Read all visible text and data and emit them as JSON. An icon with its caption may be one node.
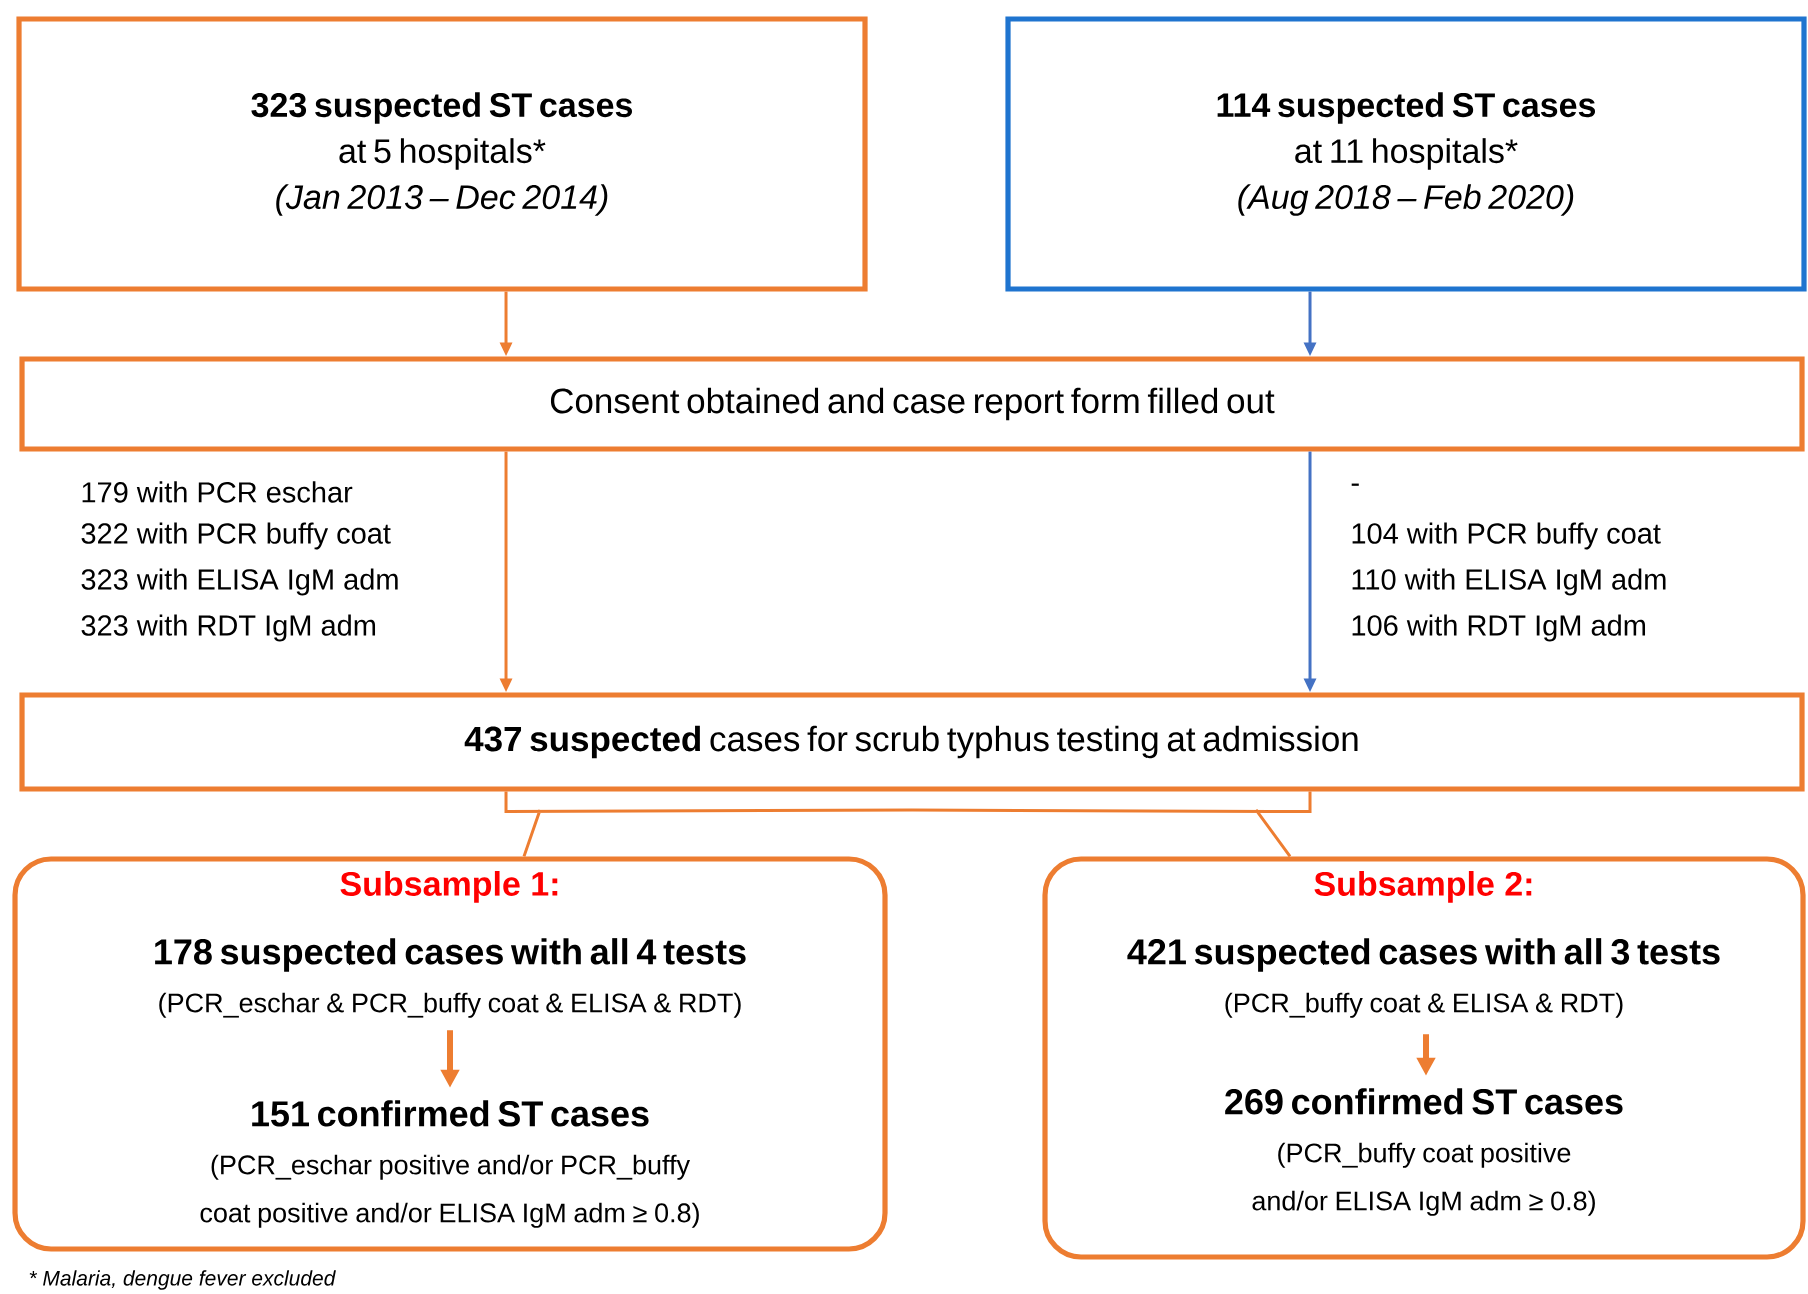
{
  "diagram": {
    "nodes": [
      {
        "text": [
          "323 suspected ST cases",
          "at 5 hospitals*",
          "(Jan 2013 – Dec 2014)"
        ]
      },
      {
        "text": [
          "114 suspected ST cases",
          "at 11 hospitals*",
          "(Aug 2018 – Feb 2020)"
        ]
      },
      {
        "text": [
          "Consent obtained and case report form filled out"
        ]
      },
      {
        "text": [
          "**437 suspected** cases for scrub typhus testing at admission"
        ]
      },
      {
        "text": [
          "Subsample 1:"
        ]
      },
      {
        "text": [
          "178 suspected cases with all 4 tests",
          "(PCR_eschar & PCR_buffy coat & ELISA & RDT)"
        ],
        "in": 4
      },
      {
        "text": [
          "151 confirmed ST cases",
          "(PCR_eschar positive and/or PCR_buffy coat positive and/or ELISA IgM adm ≥ 0.8)"
        ],
        "in": 4
      },
      {
        "text": [
          "Subsample 2:"
        ]
      },
      {
        "text": [
          "421 suspected cases with all 3 tests",
          "(PCR_buffy coat & ELISA & RDT)"
        ],
        "in": 7
      },
      {
        "text": [
          "269 confirmed ST cases",
          "(PCR_buffy coat positive and/or ELISA IgM adm ≥ 0.8)"
        ],
        "in": 7
      }
    ],
    "edges": [
      {
        "from": 0,
        "to": 2,
        "arrow": "to"
      },
      {
        "from": 1,
        "to": 2,
        "arrow": "to",
        "color": "#4472c4"
      },
      {
        "from": 2,
        "to": 3,
        "arrow": "to"
      },
      {
        "from": 2,
        "to": 3,
        "arrow": "to",
        "color": "#4472c4"
      },
      {
        "from": 3,
        "to": 4,
        "arrow": "none"
      },
      {
        "from": 3,
        "to": 7,
        "arrow": "none"
      },
      {
        "from": 5,
        "to": 6,
        "arrow": "to",
        "style": "thick"
      },
      {
        "from": 8,
        "to": 9,
        "arrow": "to",
        "style": "thick"
      }
    ],
    "labels": [
      "179 with PCR eschar",
      "322 with PCR buffy coat",
      "323 with ELISA IgM adm",
      "323 with RDT IgM adm",
      "-",
      "104 with PCR buffy coat",
      "110 with ELISA IgM adm",
      "106 with RDT IgM adm",
      "* Malaria, dengue fever excluded"
    ]
  }
}
